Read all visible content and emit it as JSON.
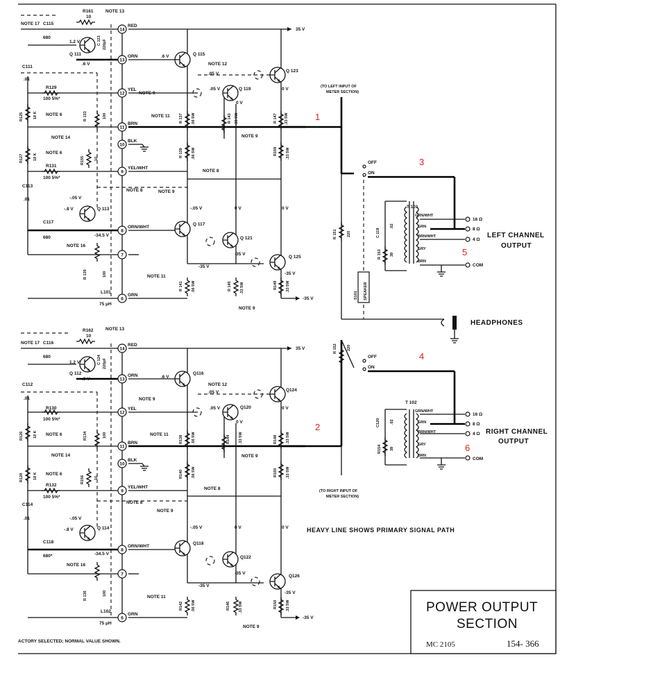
{
  "title_block": {
    "title_line1": "POWER OUTPUT",
    "title_line2": "SECTION",
    "model": "MC 2105",
    "drawing_number": "154- 366"
  },
  "signal_path_note": "HEAVY LINE SHOWS PRIMARY SIGNAL PATH",
  "footnote": "ACTORY SELECTED; NORMAL VALUE SHOWN.",
  "meter_notes": {
    "left": [
      "(TO LEFT INPUT OF",
      "METER SECTION)"
    ],
    "right": [
      "(TO RIGHT INPUT OF",
      "METER SECTION)"
    ]
  },
  "outputs": {
    "left_channel": [
      "LEFT CHANNEL",
      "OUTPUT"
    ],
    "right_channel": [
      "RIGHT CHANNEL",
      "OUTPUT"
    ],
    "headphones": "HEADPHONES",
    "taps": [
      "16 Ω",
      "8 Ω",
      "4 Ω",
      "COM"
    ]
  },
  "callouts": [
    "1",
    "2",
    "3",
    "4",
    "5",
    "6"
  ],
  "supply": {
    "pos": "35 V",
    "neg": "-35 V"
  },
  "terminals": [
    "14",
    "13",
    "12",
    "11",
    "10",
    "9",
    "8",
    "7",
    "6"
  ],
  "wire_colors": [
    "RED",
    "ORN",
    "YEL",
    "BRN",
    "BLK",
    "YEL/WHT",
    "ORN/WHT",
    "GRN"
  ],
  "switch": {
    "off": "OFF",
    "on": "ON",
    "speaker": "SPEAKER",
    "speaker_ref": "S101"
  },
  "transformer_taps": [
    "GRN/WHT",
    "GRN",
    "BRN/WHT",
    "GRY",
    "BRN"
  ],
  "left_channel": {
    "transformer": "T 101",
    "transistors": [
      "Q 111",
      "Q 113",
      "Q 115",
      "Q 117",
      "Q 119",
      "Q 121",
      "Q 123",
      "Q 125"
    ],
    "components": {
      "r161": [
        "R161",
        "10"
      ],
      "c115": [
        "C115",
        "680"
      ],
      "c123": [
        "C 123",
        "220pF"
      ],
      "c111": [
        "C111",
        ".01"
      ],
      "r129": [
        "R129",
        "100 5%*"
      ],
      "r125": [
        "R125",
        "18 K"
      ],
      "r133": [
        "R 133",
        "100"
      ],
      "r127": [
        "R127",
        "18 K"
      ],
      "r155": [
        "R155",
        "10"
      ],
      "r131": [
        "R131",
        "100 5%*"
      ],
      "c113": [
        "C113",
        ".01"
      ],
      "c117": [
        "C117",
        "680"
      ],
      "r135": [
        "R 135",
        "100"
      ],
      "l101": [
        "L101",
        "75 μH"
      ],
      "r137": [
        "R 137",
        ".56 5W"
      ],
      "r143": [
        "R 143",
        ".33 5W"
      ],
      "r147": [
        "R 147",
        ".33 5W"
      ],
      "r139": [
        "R 139",
        ".56 5W"
      ],
      "r159": [
        "R159",
        ".33 5W"
      ],
      "r141": [
        "R 141",
        ".56 5W"
      ],
      "r145": [
        "R 145",
        ".33 5W"
      ],
      "r149": [
        "R149",
        ".33 5W"
      ],
      "r151": [
        "R 151",
        "220"
      ],
      "c119": [
        "C 119",
        ".02"
      ],
      "r153": [
        "R 153",
        "39"
      ]
    },
    "voltages": [
      "1.2 V",
      ".6 V",
      ".6 V",
      ".05 V",
      ".05 V",
      "0 V",
      "0 V",
      "-.05 V",
      "-.8 V",
      "-34.5 V",
      "-.05 V",
      "0 V",
      "0 V",
      "-35 V",
      "-35 V",
      "-35 V"
    ],
    "notes": [
      "NOTE 17",
      "NOTE 13",
      "NOTE 12",
      "NOTE 9",
      "NOTE 6",
      "NOTE 11",
      "NOTE 14",
      "NOTE 6",
      "NOTE 8",
      "NOTE 9",
      "NOTE 8",
      "NOTE 16",
      "NOTE 11",
      "NOTE 9"
    ]
  },
  "right_channel": {
    "transformer": "T 102",
    "transistors": [
      "Q 112",
      "Q 114",
      "Q116",
      "Q118",
      "Q120",
      "Q122",
      "Q124",
      "Q126"
    ],
    "components": {
      "r162": [
        "R162",
        "10"
      ],
      "c116": [
        "C116",
        "680"
      ],
      "c124": [
        "C 124",
        "220pF"
      ],
      "c112": [
        "C112",
        ".01"
      ],
      "r130": [
        "R130",
        "100 5%*"
      ],
      "r126": [
        "R126",
        "18 K"
      ],
      "r134": [
        "R134",
        "100"
      ],
      "r128": [
        "R128",
        "18 K"
      ],
      "r156": [
        "R156",
        "10"
      ],
      "r132": [
        "R132",
        "100 5%*"
      ],
      "c114": [
        "C114",
        ".01"
      ],
      "c118": [
        "C118",
        "680*"
      ],
      "r136": [
        "R 136",
        "100"
      ],
      "l102": [
        "L102",
        "75 μH"
      ],
      "r138": [
        "R138",
        ".56 5W"
      ],
      "r144": [
        "R144",
        ".33 5W"
      ],
      "r148": [
        "R148",
        ".33 5W"
      ],
      "r140": [
        "R140",
        ".56 5W"
      ],
      "r160": [
        "R160",
        ".33 5W"
      ],
      "r142": [
        "R142",
        ".56 5W"
      ],
      "r146": [
        "R146",
        ".33 5W"
      ],
      "r150": [
        "R150",
        ".33 5W"
      ],
      "r152": [
        "R 152",
        "220"
      ],
      "c120": [
        "C120",
        ".02"
      ],
      "r154": [
        "R154",
        "39"
      ]
    },
    "voltages": [
      "1.2 V",
      ".6 V",
      ".6 V",
      ".05 V",
      ".05 V",
      "0 V",
      "0 V",
      "-.05 V",
      "-.8 V",
      "-34.5 V",
      "-.05 V",
      "0 V",
      "0 V",
      "-35 V",
      "-35 V",
      "-35 V"
    ],
    "notes": [
      "NOTE 17",
      "NOTE 13",
      "NOTE 12",
      "NOTE 9",
      "NOTE 6",
      "NOTE 11",
      "NOTE 14",
      "NOTE 6",
      "NOTE 8",
      "NOTE 9",
      "NOTE 8",
      "NOTE 16",
      "NOTE 11",
      "NOTE 9"
    ]
  }
}
